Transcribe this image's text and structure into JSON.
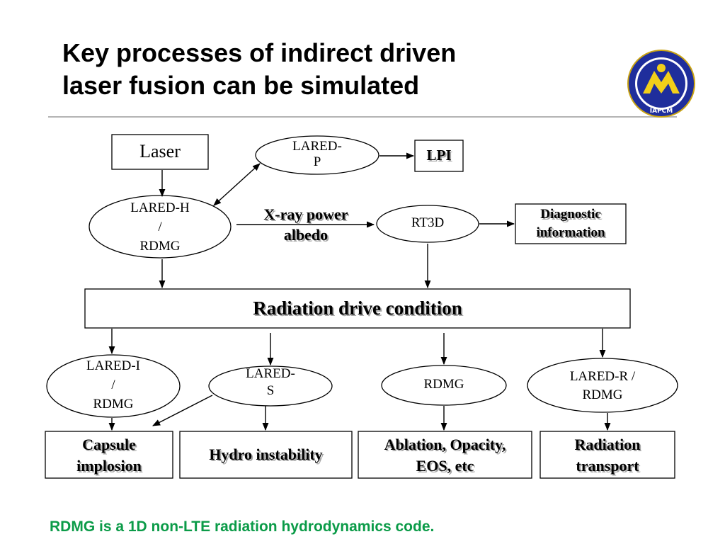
{
  "slide": {
    "title_line1": "Key processes of indirect driven",
    "title_line2": "laser fusion can be simulated",
    "footer": "RDMG is a 1D non-LTE radiation hydrodynamics code."
  },
  "logo": {
    "name": "IAPCM",
    "colors": {
      "ring": "#1f2e9c",
      "inner": "#f2cf1a",
      "text": "#ffffff"
    }
  },
  "nodes": {
    "laser": "Laser",
    "lared_p": [
      "LARED-",
      "P"
    ],
    "lpi": "LPI",
    "lared_h": [
      "LARED-H",
      "/",
      "RDMG"
    ],
    "xray": [
      "X-ray power",
      "albedo"
    ],
    "rt3d": "RT3D",
    "diagnostic": [
      "Diagnostic",
      "information"
    ],
    "drive": "Radiation drive condition",
    "lared_i": [
      "LARED-I",
      "/",
      "RDMG"
    ],
    "lared_s": [
      "LARED-",
      "S"
    ],
    "rdmg": "RDMG",
    "lared_r": [
      "LARED-R /",
      "RDMG"
    ],
    "capsule": [
      "Capsule",
      "implosion"
    ],
    "hydro": "Hydro instability",
    "ablation": [
      "Ablation, Opacity,",
      "EOS, etc"
    ],
    "transport": [
      "Radiation",
      "transport"
    ]
  }
}
